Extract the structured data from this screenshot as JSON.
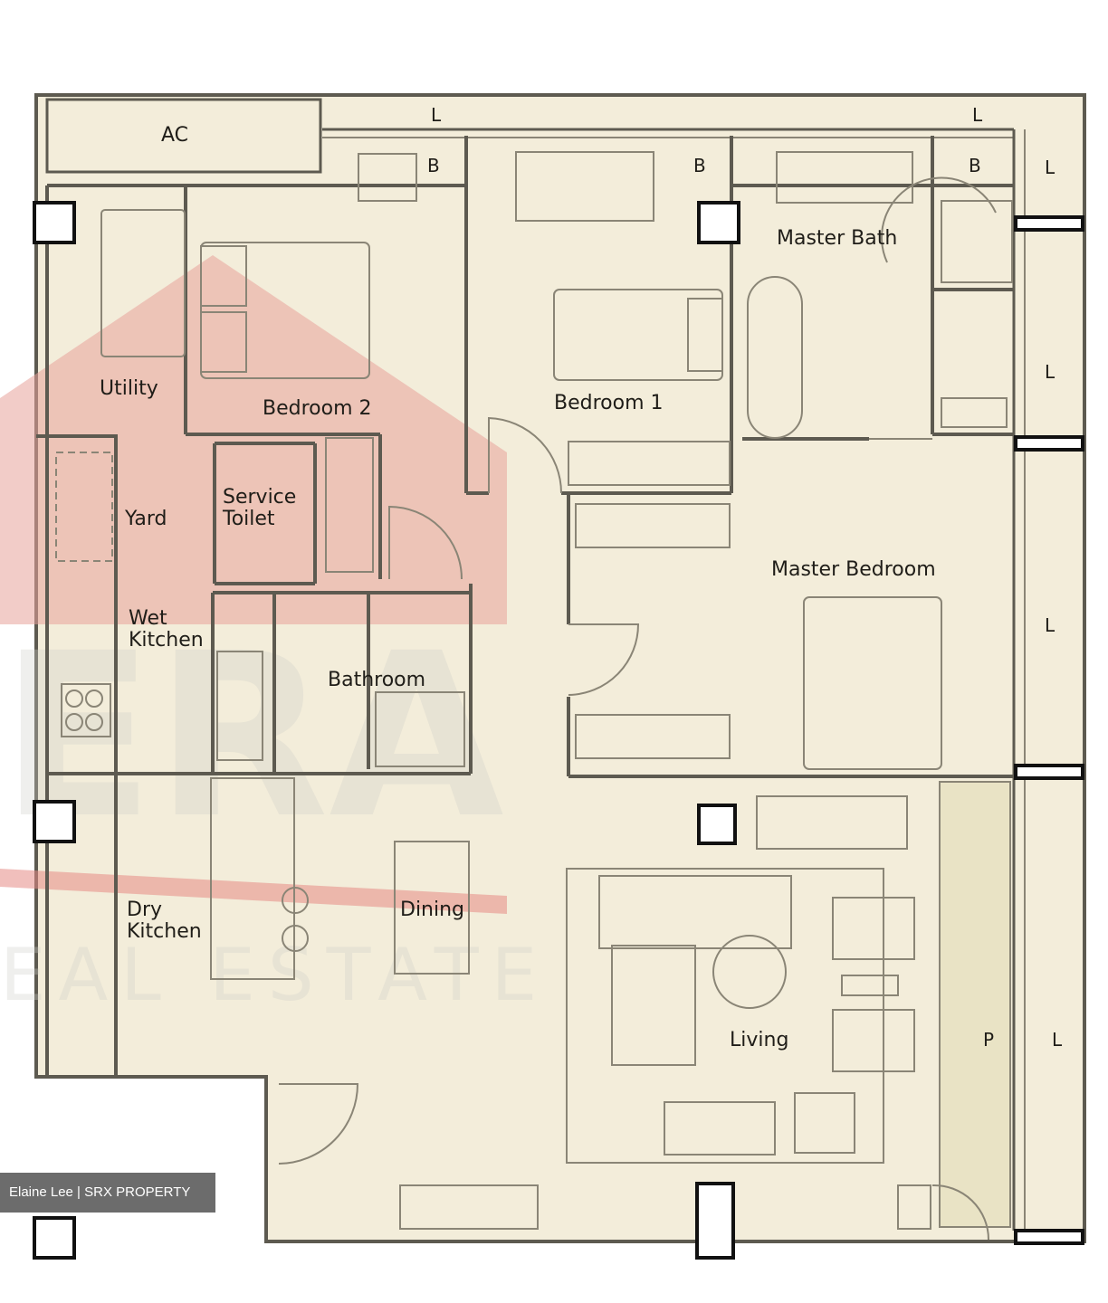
{
  "colors": {
    "paper": "#f3edda",
    "wall": "#5d5a50",
    "line": "#8a8576",
    "watermark": "#d9706e",
    "pillar": "#111111"
  },
  "rooms": {
    "ac": "AC",
    "utility": "Utility",
    "bedroom2": "Bedroom 2",
    "bedroom1": "Bedroom 1",
    "master_bath": "Master Bath",
    "yard": "Yard",
    "service_toilet_line1": "Service",
    "service_toilet_line2": "Toilet",
    "wet_kitchen_line1": "Wet",
    "wet_kitchen_line2": "Kitchen",
    "bathroom": "Bathroom",
    "master_bedroom": "Master Bedroom",
    "dry_kitchen_line1": "Dry",
    "dry_kitchen_line2": "Kitchen",
    "dining": "Dining",
    "living": "Living"
  },
  "markers": {
    "l": "L",
    "b": "B",
    "p": "P"
  },
  "credit": "Elaine Lee | SRX PROPERTY"
}
